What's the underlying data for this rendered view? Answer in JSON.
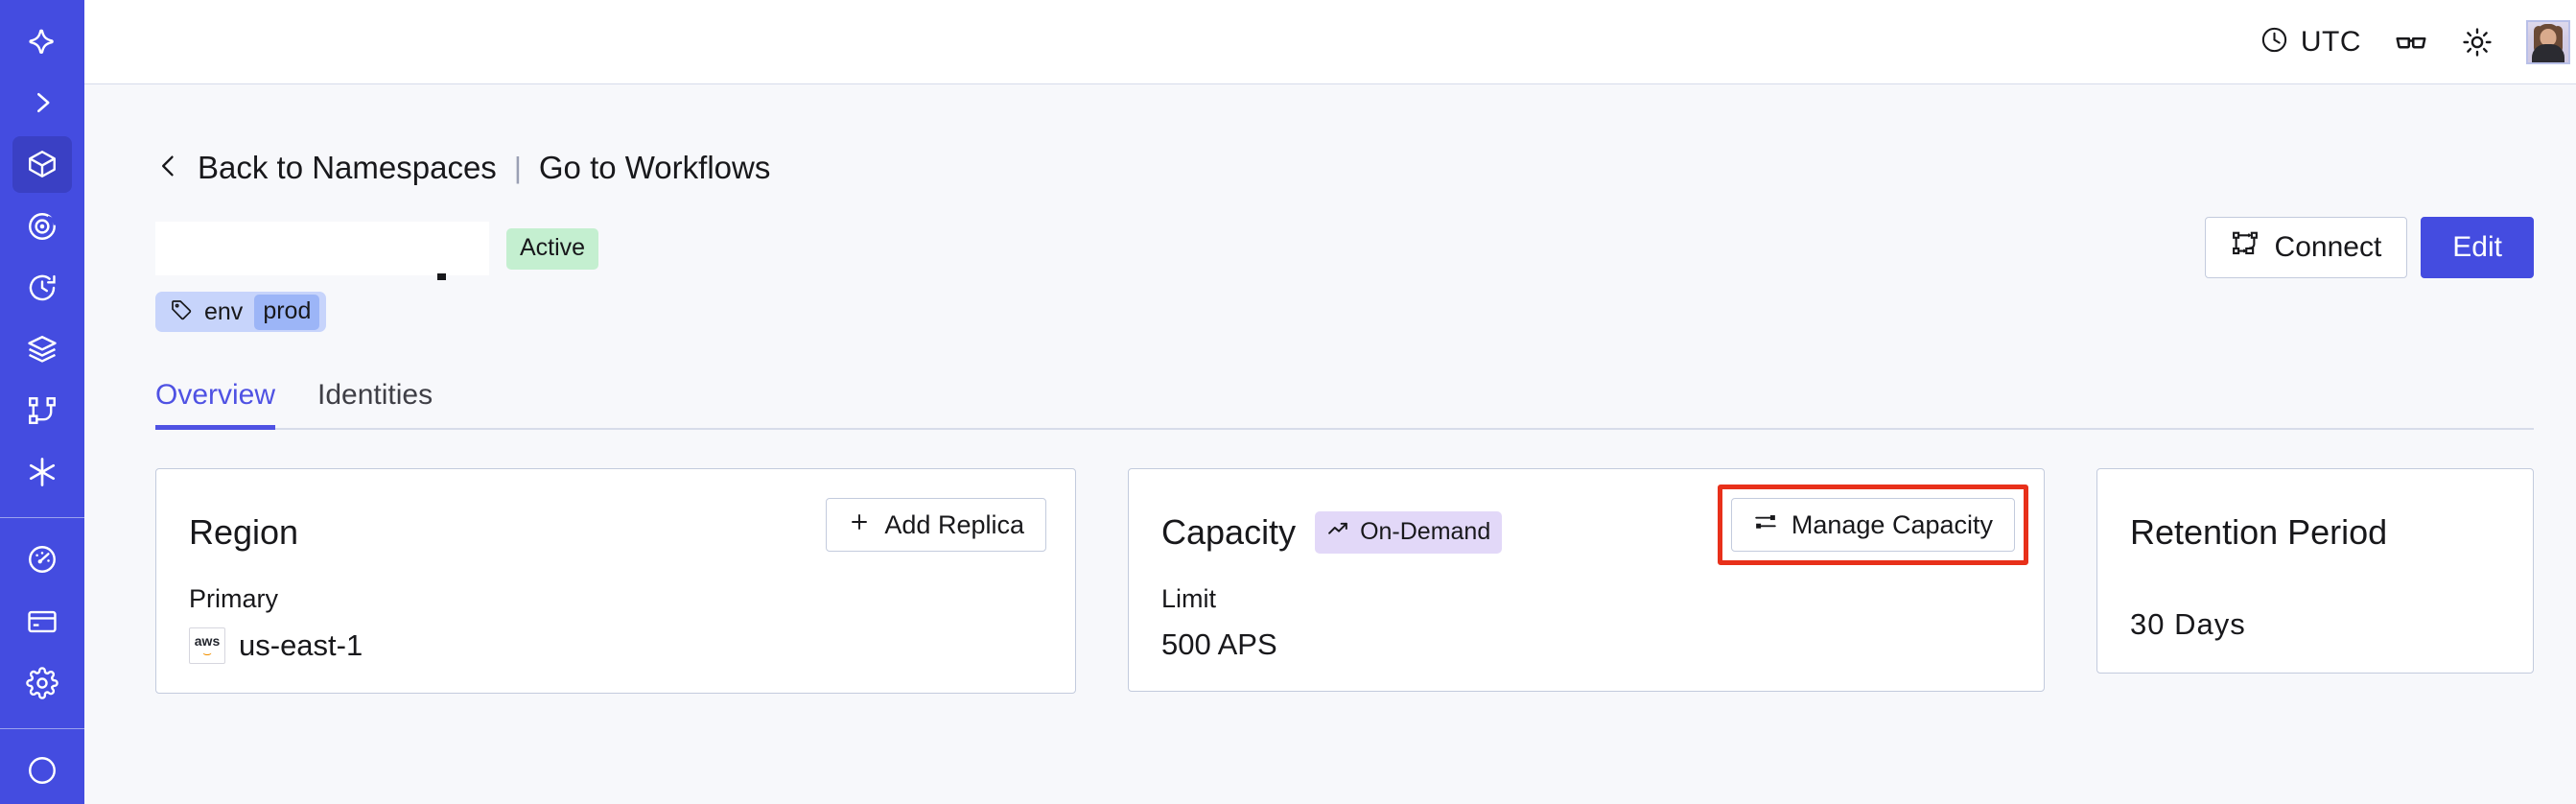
{
  "colors": {
    "sidebar_bg": "#444ce0",
    "sidebar_active": "#3a40c4",
    "accent": "#4f52e3",
    "page_bg": "#f7f8fb",
    "card_border": "#c3cbdd",
    "status_green": "#c4efd0",
    "tag_blue": "#c7d4fb",
    "tag_value_blue": "#9cb5f7",
    "badge_purple": "#e2d8f8",
    "annotation_red": "#e8301a"
  },
  "sidebar": {
    "logo_icon": "temporal-star-logo-icon",
    "expand_icon": "chevron-right-icon",
    "items": [
      {
        "icon": "cube-icon",
        "name": "namespaces",
        "active": true
      },
      {
        "icon": "eye-icon",
        "name": "observability",
        "active": false
      },
      {
        "icon": "history-clock-icon",
        "name": "schedules",
        "active": false
      },
      {
        "icon": "layers-icon",
        "name": "deployments",
        "active": false
      },
      {
        "icon": "workflow-branch-icon",
        "name": "workflows",
        "active": false
      },
      {
        "icon": "asterisk-icon",
        "name": "nexus",
        "active": false
      }
    ],
    "items_bottom": [
      {
        "icon": "gauge-icon",
        "name": "usage",
        "active": false
      },
      {
        "icon": "credit-card-icon",
        "name": "billing",
        "active": false
      },
      {
        "icon": "gear-icon",
        "name": "settings",
        "active": false
      }
    ]
  },
  "topbar": {
    "timezone_icon": "clock-icon",
    "timezone_label": "UTC",
    "glasses_icon": "glasses-icon",
    "theme_icon": "sun-icon",
    "avatar_name": "user-avatar"
  },
  "breadcrumb": {
    "back_icon": "chevron-left-icon",
    "back_label": "Back to Namespaces",
    "separator": "|",
    "forward_label": "Go to Workflows"
  },
  "header": {
    "namespace_name": "",
    "status": "Active",
    "connect_icon": "workflow-connect-icon",
    "connect_label": "Connect",
    "edit_label": "Edit",
    "tag": {
      "icon": "tag-icon",
      "key": "env",
      "value": "prod"
    }
  },
  "tabs": [
    {
      "label": "Overview",
      "active": true
    },
    {
      "label": "Identities",
      "active": false
    }
  ],
  "cards": {
    "region": {
      "title": "Region",
      "action_icon": "plus-icon",
      "action_label": "Add Replica",
      "field_label": "Primary",
      "provider_icon": "aws-logo",
      "provider_text": "aws",
      "value": "us-east-1"
    },
    "capacity": {
      "title": "Capacity",
      "badge_icon": "trend-up-icon",
      "badge_label": "On-Demand",
      "action_icon": "sliders-icon",
      "action_label": "Manage Capacity",
      "field_label": "Limit",
      "value": "500 APS",
      "annotated": true
    },
    "retention": {
      "title": "Retention Period",
      "value": "30  Days"
    }
  }
}
